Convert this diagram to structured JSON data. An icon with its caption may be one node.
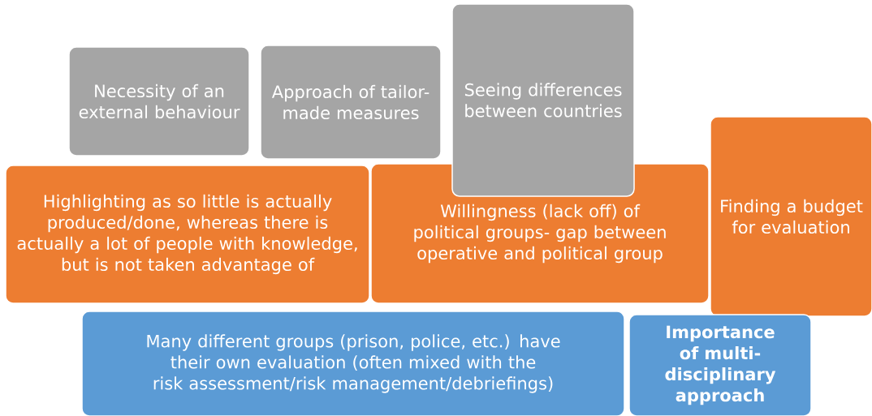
{
  "diagram": {
    "nodes": [
      {
        "text": [
          "Necessity of an external behaviour"
        ]
      },
      {
        "text": [
          "Approach of tailor-made measures"
        ]
      },
      {
        "text": [
          "Seeing differences between countries"
        ]
      },
      {
        "text": [
          "Finding a budget for evaluation"
        ]
      },
      {
        "text": [
          "Highlighting as so little is actually produced/done, whereas there is actually a lot of people with knowledge, but is not taken advantage of"
        ]
      },
      {
        "text": [
          "Willingness (lack off) of political groups- gap between operative and political group"
        ]
      },
      {
        "text": [
          "Many different groups (prison, police, etc.) have their own evaluation (often mixed with the risk assessment/risk management/debriefings)"
        ]
      },
      {
        "text": [
          "Importance of multi-disciplinary approach"
        ]
      }
    ]
  }
}
